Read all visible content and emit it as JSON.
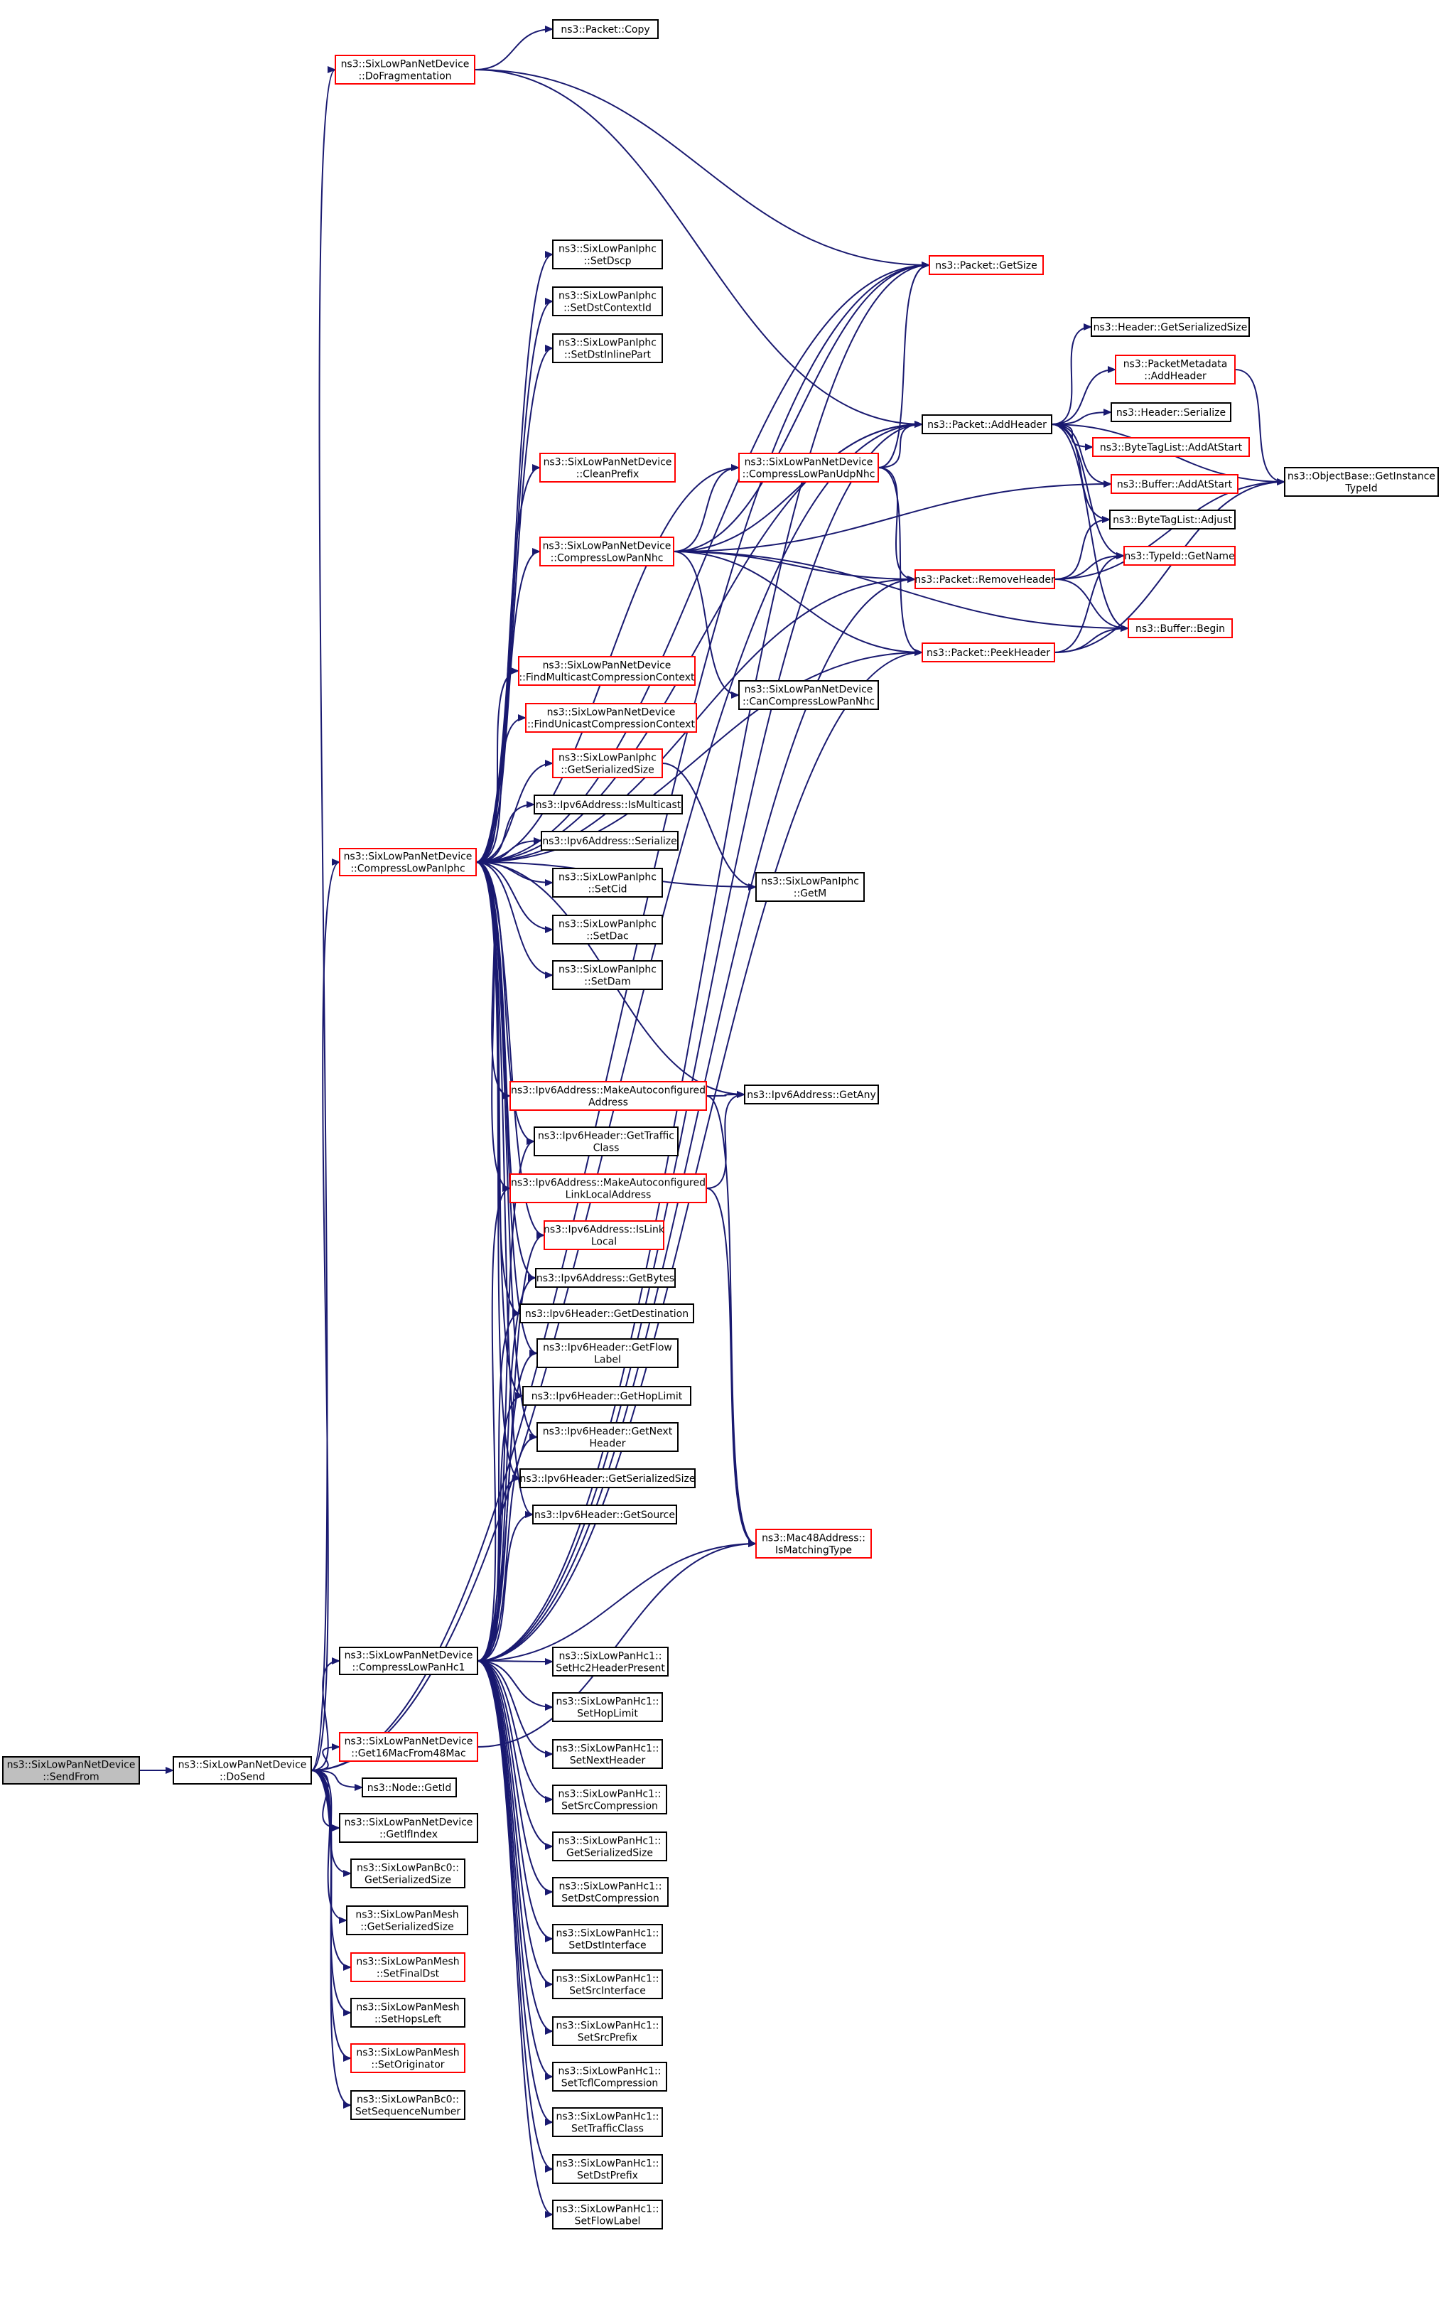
{
  "colors": {
    "edge": "#191970",
    "node_border_default": "#000000",
    "node_border_truncated": "#ff0000",
    "root_fill": "#bfbfbf",
    "node_fill": "#ffffff"
  },
  "nodes": [
    {
      "id": "sendfrom",
      "lines": [
        "ns3::SixLowPanNetDevice",
        "::SendFrom"
      ],
      "style": "root"
    },
    {
      "id": "dosend",
      "lines": [
        "ns3::SixLowPanNetDevice",
        "::DoSend"
      ],
      "style": "normal"
    },
    {
      "id": "copy",
      "lines": [
        "ns3::Packet::Copy"
      ],
      "style": "normal"
    },
    {
      "id": "dofrag",
      "lines": [
        "ns3::SixLowPanNetDevice",
        "::DoFragmentation"
      ],
      "style": "truncated"
    },
    {
      "id": "getsize",
      "lines": [
        "ns3::Packet::GetSize"
      ],
      "style": "truncated"
    },
    {
      "id": "setdscp",
      "lines": [
        "ns3::SixLowPanIphc",
        "::SetDscp"
      ],
      "style": "normal"
    },
    {
      "id": "setdstctx",
      "lines": [
        "ns3::SixLowPanIphc",
        "::SetDstContextId"
      ],
      "style": "normal"
    },
    {
      "id": "setdstinline",
      "lines": [
        "ns3::SixLowPanIphc",
        "::SetDstInlinePart"
      ],
      "style": "normal"
    },
    {
      "id": "hdrgetser",
      "lines": [
        "ns3::Header::GetSerializedSize"
      ],
      "style": "normal"
    },
    {
      "id": "pktmetaadd",
      "lines": [
        "ns3::PacketMetadata",
        "::AddHeader"
      ],
      "style": "truncated"
    },
    {
      "id": "addheader",
      "lines": [
        "ns3::Packet::AddHeader"
      ],
      "style": "normal"
    },
    {
      "id": "hdrser",
      "lines": [
        "ns3::Header::Serialize"
      ],
      "style": "normal"
    },
    {
      "id": "bytetagaddstart",
      "lines": [
        "ns3::ByteTagList::AddAtStart"
      ],
      "style": "truncated"
    },
    {
      "id": "objbase",
      "lines": [
        "ns3::ObjectBase::GetInstance",
        "TypeId"
      ],
      "style": "normal"
    },
    {
      "id": "cleanprefix",
      "lines": [
        "ns3::SixLowPanNetDevice",
        "::CleanPrefix"
      ],
      "style": "truncated"
    },
    {
      "id": "udpnhc",
      "lines": [
        "ns3::SixLowPanNetDevice",
        "::CompressLowPanUdpNhc"
      ],
      "style": "truncated"
    },
    {
      "id": "bufaddstart",
      "lines": [
        "ns3::Buffer::AddAtStart"
      ],
      "style": "truncated"
    },
    {
      "id": "bytetagadjust",
      "lines": [
        "ns3::ByteTagList::Adjust"
      ],
      "style": "normal"
    },
    {
      "id": "nhc",
      "lines": [
        "ns3::SixLowPanNetDevice",
        "::CompressLowPanNhc"
      ],
      "style": "truncated"
    },
    {
      "id": "typeidname",
      "lines": [
        "ns3::TypeId::GetName"
      ],
      "style": "truncated"
    },
    {
      "id": "removeheader",
      "lines": [
        "ns3::Packet::RemoveHeader"
      ],
      "style": "truncated"
    },
    {
      "id": "bufbegin",
      "lines": [
        "ns3::Buffer::Begin"
      ],
      "style": "truncated"
    },
    {
      "id": "peekheader",
      "lines": [
        "ns3::Packet::PeekHeader"
      ],
      "style": "truncated"
    },
    {
      "id": "cancompress",
      "lines": [
        "ns3::SixLowPanNetDevice",
        "::CanCompressLowPanNhc"
      ],
      "style": "normal"
    },
    {
      "id": "findmulti",
      "lines": [
        "ns3::SixLowPanNetDevice",
        "::FindMulticastCompressionContext"
      ],
      "style": "truncated"
    },
    {
      "id": "finduni",
      "lines": [
        "ns3::SixLowPanNetDevice",
        "::FindUnicastCompressionContext"
      ],
      "style": "truncated"
    },
    {
      "id": "iphcgetser",
      "lines": [
        "ns3::SixLowPanIphc",
        "::GetSerializedSize"
      ],
      "style": "truncated"
    },
    {
      "id": "ismulticast",
      "lines": [
        "ns3::Ipv6Address::IsMulticast"
      ],
      "style": "normal"
    },
    {
      "id": "iphc",
      "lines": [
        "ns3::SixLowPanNetDevice",
        "::CompressLowPanIphc"
      ],
      "style": "truncated"
    },
    {
      "id": "ipv6ser",
      "lines": [
        "ns3::Ipv6Address::Serialize"
      ],
      "style": "normal"
    },
    {
      "id": "getm",
      "lines": [
        "ns3::SixLowPanIphc",
        "::GetM"
      ],
      "style": "normal"
    },
    {
      "id": "setcid",
      "lines": [
        "ns3::SixLowPanIphc",
        "::SetCid"
      ],
      "style": "normal"
    },
    {
      "id": "setdac",
      "lines": [
        "ns3::SixLowPanIphc",
        "::SetDac"
      ],
      "style": "normal"
    },
    {
      "id": "setdam",
      "lines": [
        "ns3::SixLowPanIphc",
        "::SetDam"
      ],
      "style": "normal"
    },
    {
      "id": "makeauto",
      "lines": [
        "ns3::Ipv6Address::MakeAutoconfigured",
        "Address"
      ],
      "style": "truncated"
    },
    {
      "id": "getany",
      "lines": [
        "ns3::Ipv6Address::GetAny"
      ],
      "style": "normal"
    },
    {
      "id": "gettraffic",
      "lines": [
        "ns3::Ipv6Header::GetTraffic",
        "Class"
      ],
      "style": "normal"
    },
    {
      "id": "makeautoll",
      "lines": [
        "ns3::Ipv6Address::MakeAutoconfigured",
        "LinkLocalAddress"
      ],
      "style": "truncated"
    },
    {
      "id": "islinklocal",
      "lines": [
        "ns3::Ipv6Address::IsLink",
        "Local"
      ],
      "style": "truncated"
    },
    {
      "id": "getbytes",
      "lines": [
        "ns3::Ipv6Address::GetBytes"
      ],
      "style": "normal"
    },
    {
      "id": "getdest",
      "lines": [
        "ns3::Ipv6Header::GetDestination"
      ],
      "style": "normal"
    },
    {
      "id": "getflow",
      "lines": [
        "ns3::Ipv6Header::GetFlow",
        "Label"
      ],
      "style": "normal"
    },
    {
      "id": "gethop",
      "lines": [
        "ns3::Ipv6Header::GetHopLimit"
      ],
      "style": "normal"
    },
    {
      "id": "getnext",
      "lines": [
        "ns3::Ipv6Header::GetNext",
        "Header"
      ],
      "style": "normal"
    },
    {
      "id": "ipv6hdrgetser",
      "lines": [
        "ns3::Ipv6Header::GetSerializedSize"
      ],
      "style": "normal"
    },
    {
      "id": "getsource",
      "lines": [
        "ns3::Ipv6Header::GetSource"
      ],
      "style": "normal"
    },
    {
      "id": "ismatching",
      "lines": [
        "ns3::Mac48Address::",
        "IsMatchingType"
      ],
      "style": "truncated"
    },
    {
      "id": "hc1",
      "lines": [
        "ns3::SixLowPanNetDevice",
        "::CompressLowPanHc1"
      ],
      "style": "normal"
    },
    {
      "id": "sethc2",
      "lines": [
        "ns3::SixLowPanHc1::",
        "SetHc2HeaderPresent"
      ],
      "style": "normal"
    },
    {
      "id": "sethoplimit",
      "lines": [
        "ns3::SixLowPanHc1::",
        "SetHopLimit"
      ],
      "style": "normal"
    },
    {
      "id": "get16mac",
      "lines": [
        "ns3::SixLowPanNetDevice",
        "::Get16MacFrom48Mac"
      ],
      "style": "truncated"
    },
    {
      "id": "setnexthdr",
      "lines": [
        "ns3::SixLowPanHc1::",
        "SetNextHeader"
      ],
      "style": "normal"
    },
    {
      "id": "nodegetid",
      "lines": [
        "ns3::Node::GetId"
      ],
      "style": "normal"
    },
    {
      "id": "getifindex",
      "lines": [
        "ns3::SixLowPanNetDevice",
        "::GetIfIndex"
      ],
      "style": "normal"
    },
    {
      "id": "setsrccomp",
      "lines": [
        "ns3::SixLowPanHc1::",
        "SetSrcCompression"
      ],
      "style": "normal"
    },
    {
      "id": "bc0getser",
      "lines": [
        "ns3::SixLowPanBc0::",
        "GetSerializedSize"
      ],
      "style": "normal"
    },
    {
      "id": "hc1getser",
      "lines": [
        "ns3::SixLowPanHc1::",
        "GetSerializedSize"
      ],
      "style": "normal"
    },
    {
      "id": "meshgetser",
      "lines": [
        "ns3::SixLowPanMesh",
        "::GetSerializedSize"
      ],
      "style": "normal"
    },
    {
      "id": "setdstcomp",
      "lines": [
        "ns3::SixLowPanHc1::",
        "SetDstCompression"
      ],
      "style": "normal"
    },
    {
      "id": "setfinaldst",
      "lines": [
        "ns3::SixLowPanMesh",
        "::SetFinalDst"
      ],
      "style": "truncated"
    },
    {
      "id": "setdstif",
      "lines": [
        "ns3::SixLowPanHc1::",
        "SetDstInterface"
      ],
      "style": "normal"
    },
    {
      "id": "sethopsleft",
      "lines": [
        "ns3::SixLowPanMesh",
        "::SetHopsLeft"
      ],
      "style": "normal"
    },
    {
      "id": "setsrcif",
      "lines": [
        "ns3::SixLowPanHc1::",
        "SetSrcInterface"
      ],
      "style": "normal"
    },
    {
      "id": "setorig",
      "lines": [
        "ns3::SixLowPanMesh",
        "::SetOriginator"
      ],
      "style": "truncated"
    },
    {
      "id": "setsrcprefix",
      "lines": [
        "ns3::SixLowPanHc1::",
        "SetSrcPrefix"
      ],
      "style": "normal"
    },
    {
      "id": "setseq",
      "lines": [
        "ns3::SixLowPanBc0::",
        "SetSequenceNumber"
      ],
      "style": "normal"
    },
    {
      "id": "settcfl",
      "lines": [
        "ns3::SixLowPanHc1::",
        "SetTcflCompression"
      ],
      "style": "normal"
    },
    {
      "id": "settraffic",
      "lines": [
        "ns3::SixLowPanHc1::",
        "SetTrafficClass"
      ],
      "style": "normal"
    },
    {
      "id": "setdstprefix",
      "lines": [
        "ns3::SixLowPanHc1::",
        "SetDstPrefix"
      ],
      "style": "normal"
    },
    {
      "id": "setflowlabel",
      "lines": [
        "ns3::SixLowPanHc1::",
        "SetFlowLabel"
      ],
      "style": "normal"
    }
  ],
  "edges": [
    [
      "sendfrom",
      "dosend"
    ],
    [
      "dosend",
      "dofrag"
    ],
    [
      "dosend",
      "getsize"
    ],
    [
      "dosend",
      "addheader"
    ],
    [
      "dosend",
      "iphc"
    ],
    [
      "dosend",
      "hc1"
    ],
    [
      "dosend",
      "get16mac"
    ],
    [
      "dosend",
      "nodegetid"
    ],
    [
      "dosend",
      "getifindex"
    ],
    [
      "dosend",
      "bc0getser"
    ],
    [
      "dosend",
      "meshgetser"
    ],
    [
      "dosend",
      "setfinaldst"
    ],
    [
      "dosend",
      "sethopsleft"
    ],
    [
      "dosend",
      "setorig"
    ],
    [
      "dosend",
      "setseq"
    ],
    [
      "dofrag",
      "copy"
    ],
    [
      "dofrag",
      "getsize"
    ],
    [
      "dofrag",
      "addheader"
    ],
    [
      "addheader",
      "hdrgetser"
    ],
    [
      "addheader",
      "pktmetaadd"
    ],
    [
      "addheader",
      "hdrser"
    ],
    [
      "addheader",
      "bytetagaddstart"
    ],
    [
      "addheader",
      "bufaddstart"
    ],
    [
      "addheader",
      "bytetagadjust"
    ],
    [
      "addheader",
      "typeidname"
    ],
    [
      "addheader",
      "bufbegin"
    ],
    [
      "addheader",
      "objbase"
    ],
    [
      "pktmetaadd",
      "objbase"
    ],
    [
      "udpnhc",
      "getsize"
    ],
    [
      "udpnhc",
      "addheader"
    ],
    [
      "udpnhc",
      "removeheader"
    ],
    [
      "udpnhc",
      "peekheader"
    ],
    [
      "nhc",
      "getsize"
    ],
    [
      "nhc",
      "addheader"
    ],
    [
      "nhc",
      "udpnhc"
    ],
    [
      "nhc",
      "bufaddstart"
    ],
    [
      "nhc",
      "removeheader"
    ],
    [
      "nhc",
      "peekheader"
    ],
    [
      "nhc",
      "cancompress"
    ],
    [
      "nhc",
      "bufbegin"
    ],
    [
      "removeheader",
      "bytetagadjust"
    ],
    [
      "removeheader",
      "typeidname"
    ],
    [
      "removeheader",
      "bufbegin"
    ],
    [
      "removeheader",
      "objbase"
    ],
    [
      "peekheader",
      "bufbegin"
    ],
    [
      "peekheader",
      "typeidname"
    ],
    [
      "peekheader",
      "objbase"
    ],
    [
      "iphc",
      "getsize"
    ],
    [
      "iphc",
      "setdscp"
    ],
    [
      "iphc",
      "setdstctx"
    ],
    [
      "iphc",
      "setdstinline"
    ],
    [
      "iphc",
      "addheader"
    ],
    [
      "iphc",
      "cleanprefix"
    ],
    [
      "iphc",
      "udpnhc"
    ],
    [
      "iphc",
      "nhc"
    ],
    [
      "iphc",
      "removeheader"
    ],
    [
      "iphc",
      "peekheader"
    ],
    [
      "iphc",
      "findmulti"
    ],
    [
      "iphc",
      "finduni"
    ],
    [
      "iphc",
      "iphcgetser"
    ],
    [
      "iphc",
      "ismulticast"
    ],
    [
      "iphc",
      "ipv6ser"
    ],
    [
      "iphc",
      "getm"
    ],
    [
      "iphc",
      "setcid"
    ],
    [
      "iphc",
      "setdac"
    ],
    [
      "iphc",
      "setdam"
    ],
    [
      "iphc",
      "makeauto"
    ],
    [
      "iphc",
      "getany"
    ],
    [
      "iphc",
      "gettraffic"
    ],
    [
      "iphc",
      "makeautoll"
    ],
    [
      "iphc",
      "islinklocal"
    ],
    [
      "iphc",
      "getbytes"
    ],
    [
      "iphc",
      "getdest"
    ],
    [
      "iphc",
      "getflow"
    ],
    [
      "iphc",
      "gethop"
    ],
    [
      "iphc",
      "getnext"
    ],
    [
      "iphc",
      "ipv6hdrgetser"
    ],
    [
      "iphc",
      "getsource"
    ],
    [
      "iphcgetser",
      "getm"
    ],
    [
      "makeauto",
      "getany"
    ],
    [
      "makeauto",
      "ismatching"
    ],
    [
      "makeautoll",
      "getany"
    ],
    [
      "makeautoll",
      "ismatching"
    ],
    [
      "hc1",
      "getsize"
    ],
    [
      "hc1",
      "addheader"
    ],
    [
      "hc1",
      "removeheader"
    ],
    [
      "hc1",
      "peekheader"
    ],
    [
      "hc1",
      "ismatching"
    ],
    [
      "hc1",
      "gettraffic"
    ],
    [
      "hc1",
      "makeautoll"
    ],
    [
      "hc1",
      "islinklocal"
    ],
    [
      "hc1",
      "getbytes"
    ],
    [
      "hc1",
      "getdest"
    ],
    [
      "hc1",
      "getflow"
    ],
    [
      "hc1",
      "gethop"
    ],
    [
      "hc1",
      "getnext"
    ],
    [
      "hc1",
      "ipv6hdrgetser"
    ],
    [
      "hc1",
      "getsource"
    ],
    [
      "hc1",
      "sethc2"
    ],
    [
      "hc1",
      "sethoplimit"
    ],
    [
      "hc1",
      "setnexthdr"
    ],
    [
      "hc1",
      "setsrccomp"
    ],
    [
      "hc1",
      "hc1getser"
    ],
    [
      "hc1",
      "setdstcomp"
    ],
    [
      "hc1",
      "setdstif"
    ],
    [
      "hc1",
      "setsrcif"
    ],
    [
      "hc1",
      "setsrcprefix"
    ],
    [
      "hc1",
      "settcfl"
    ],
    [
      "hc1",
      "settraffic"
    ],
    [
      "hc1",
      "setdstprefix"
    ],
    [
      "hc1",
      "setflowlabel"
    ],
    [
      "get16mac",
      "ismatching"
    ]
  ]
}
